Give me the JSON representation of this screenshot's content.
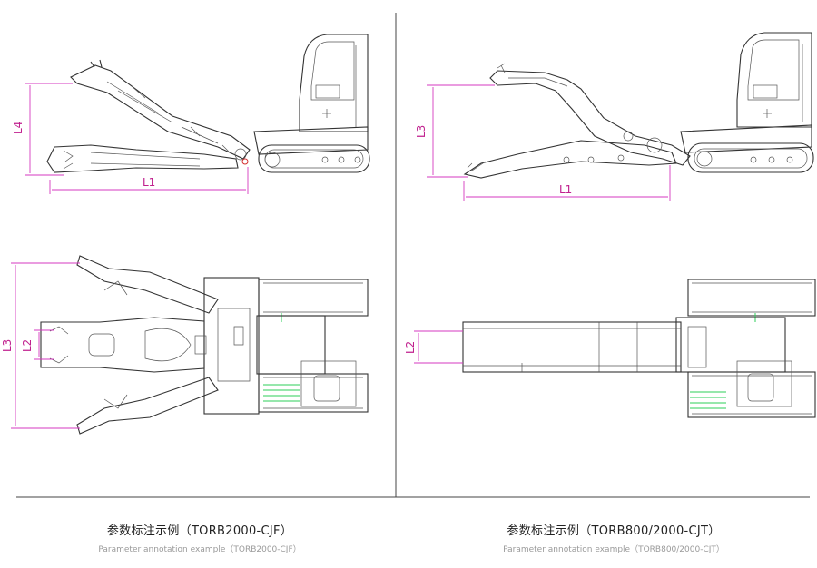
{
  "dimensions": {
    "l1_left": "L1",
    "l4": "L4",
    "l1_right": "L1",
    "l3_right": "L3",
    "l3_left": "L3",
    "l2_left": "L2",
    "l2_right": "L2"
  },
  "captions": {
    "left": {
      "cn": "参数标注示例（TORB2000-CJF）",
      "en": "Parameter annotation example（TORB2000-CJF）"
    },
    "right": {
      "cn": "参数标注示例（TORB800/2000-CJT）",
      "en": "Parameter annotation example（TORB800/2000-CJT）"
    }
  },
  "colors": {
    "dimension": "#c0208e",
    "line": "#333333",
    "highlight": "#2ecf5a"
  }
}
